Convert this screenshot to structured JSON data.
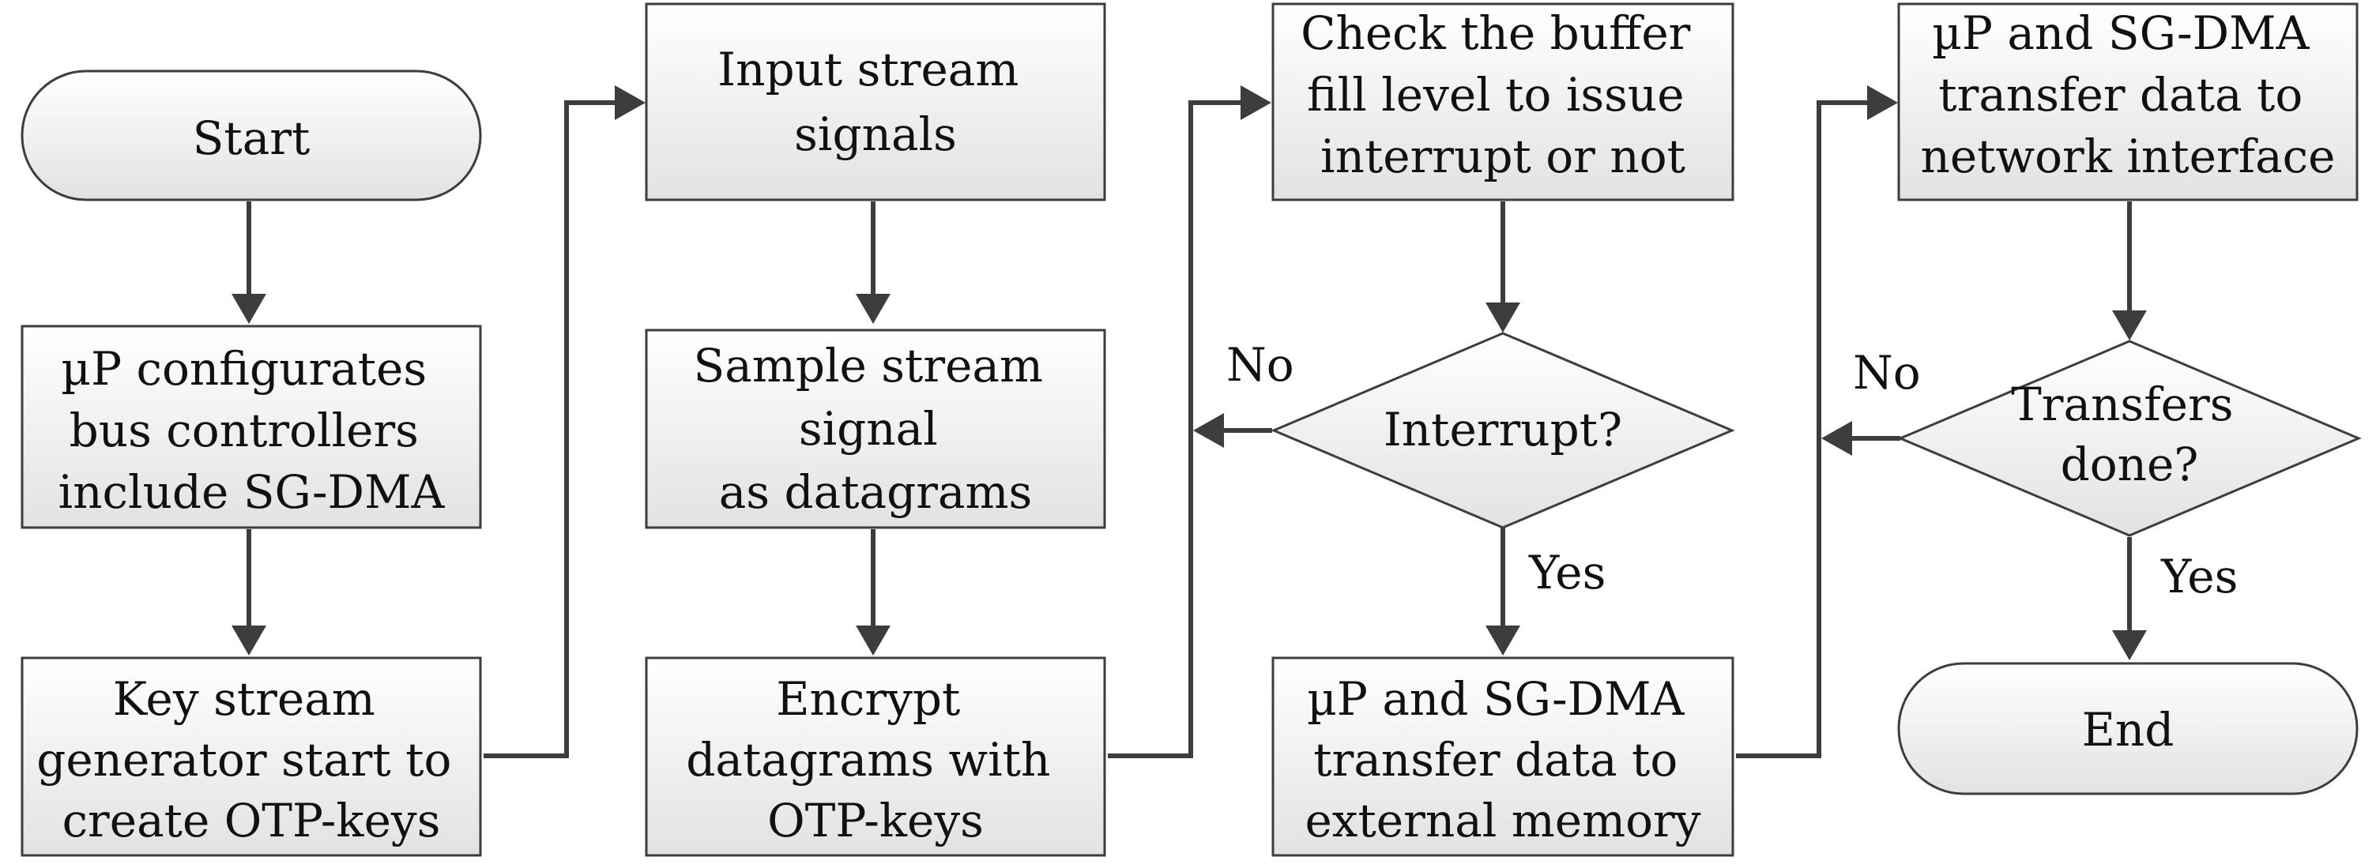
{
  "nodes": {
    "start": [
      "Start"
    ],
    "configure": [
      "µP configurates",
      "bus controllers",
      "include SG-DMA"
    ],
    "keystream": [
      "Key stream",
      "generator start to",
      "create OTP-keys"
    ],
    "input": [
      "Input stream",
      "signals"
    ],
    "sample": [
      "Sample stream",
      "signal",
      "as datagrams"
    ],
    "encrypt": [
      "Encrypt",
      "datagrams with",
      "OTP-keys"
    ],
    "check": [
      "Check the buffer",
      "fill level to issue",
      "interrupt or not"
    ],
    "interrupt": [
      "Interrupt?"
    ],
    "transfer_ext": [
      "µP and SG-DMA",
      "transfer data to",
      "external memory"
    ],
    "transfer_net": [
      "µP and SG-DMA",
      "transfer data to",
      "network interface"
    ],
    "done": [
      "Transfers",
      "done?"
    ],
    "end": [
      "End"
    ]
  },
  "labels": {
    "interrupt_no": "No",
    "interrupt_yes": "Yes",
    "done_no": "No",
    "done_yes": "Yes"
  }
}
